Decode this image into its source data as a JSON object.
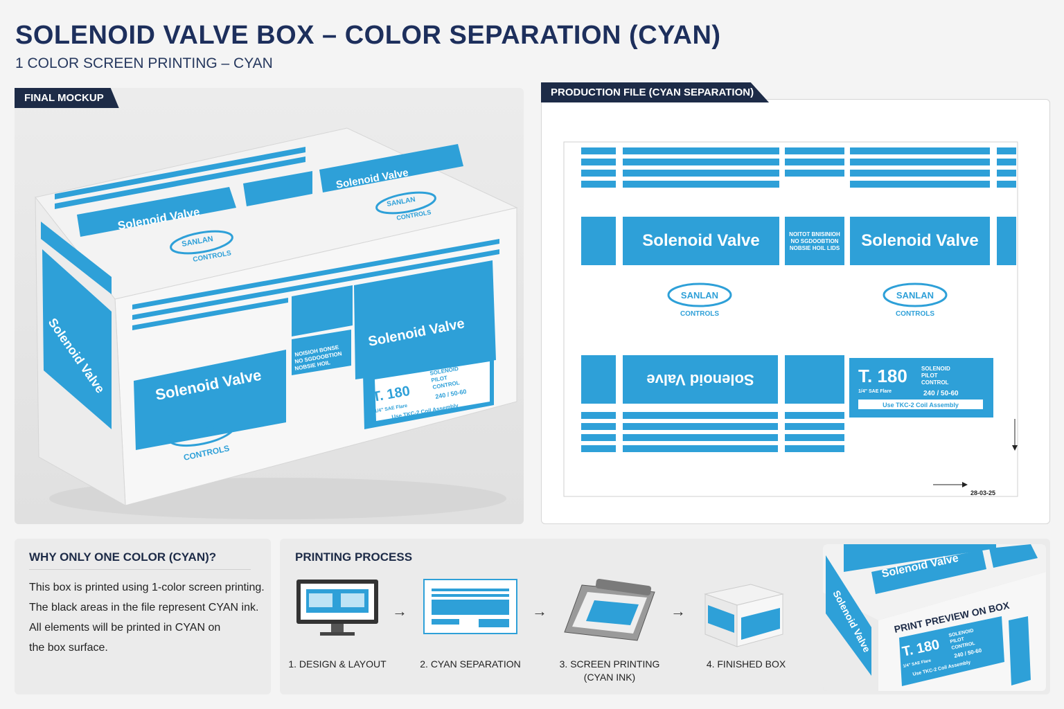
{
  "header": {
    "title": "SOLENOID VALVE BOX – COLOR SEPARATION (CYAN)",
    "subtitle": "1 COLOR SCREEN PRINTING – CYAN"
  },
  "mockup": {
    "tag": "FINAL MOCKUP",
    "product_name": "Solenoid Valve",
    "brand": "SANLAN",
    "brand_sub": "CONTROLS",
    "model": "T. 180",
    "flare": "1/4\" SAE Flare",
    "specs": [
      "SOLENOID",
      "PILOT",
      "CONTROL"
    ],
    "voltage": "240 / 50-60",
    "coil_note": "Use TKC-2 Coil Assembly",
    "side_text": [
      "NOISIOH BONSE",
      "NO SGDOOBTION",
      "NOBSIE HOIL"
    ]
  },
  "production": {
    "tag": "PRODUCTION FILE (CYAN SEPARATION)",
    "product_name": "Solenoid Valve",
    "brand": "SANLAN",
    "brand_sub": "CONTROLS",
    "model": "T. 180",
    "flare": "1/4\" SAE Flare",
    "specs": [
      "SOLENOID",
      "PILOT",
      "CONTROL"
    ],
    "voltage": "240 / 50-60",
    "coil_note": "Use TKC-2 Coil Assembly",
    "side_text": [
      "NOITOT BNISINIOH",
      "NO SGDOOBTION",
      "NOBSIE HOIL LIDS"
    ],
    "date": "28-03-25"
  },
  "why": {
    "title": "WHY ONLY ONE COLOR (CYAN)?",
    "lines": [
      "This box is printed using 1-color screen printing.",
      "The black areas in the file represent CYAN ink.",
      "All elements will be printed in CYAN on",
      "the box surface."
    ]
  },
  "process": {
    "title": "PRINTING PROCESS",
    "steps": [
      {
        "label": "1. DESIGN & LAYOUT",
        "icon": "monitor-icon"
      },
      {
        "label": "2. CYAN SEPARATION",
        "icon": "separation-sheet-icon"
      },
      {
        "label": "3. SCREEN PRINTING",
        "label2": "(CYAN INK)",
        "icon": "screen-frame-icon"
      },
      {
        "label": "4. FINISHED BOX",
        "icon": "box-icon"
      }
    ],
    "arrow": "→"
  },
  "preview": {
    "label": "PRINT PREVIEW ON BOX",
    "product_name": "Solenoid Valve",
    "model": "T. 180",
    "flare": "1/4\" SAE Flare",
    "specs": [
      "SOLENOID",
      "PILOT",
      "CONTROL"
    ],
    "voltage": "240 / 50-60",
    "coil_note": "Use TKC-2 Coil Assembly",
    "side_text": "Solenoid Valve"
  },
  "colors": {
    "cyan": "#2ea0d8",
    "navy": "#1d2b47",
    "background": "#f4f4f4"
  }
}
